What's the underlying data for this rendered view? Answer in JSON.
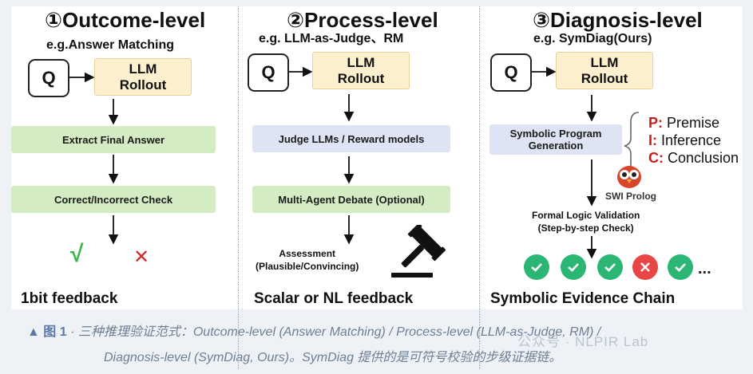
{
  "columns": {
    "outcome": {
      "title": "①Outcome-level",
      "subtitle": "e.g.Answer Matching",
      "q": "Q",
      "rollout": "LLM\nRollout",
      "step1": "Extract Final Answer",
      "step2": "Correct/Incorrect Check",
      "check_symbol": "√",
      "cross_symbol": "✕",
      "feedback": "1bit feedback"
    },
    "process": {
      "title": "②Process-level",
      "subtitle": "e.g. LLM-as-Judge、RM",
      "q": "Q",
      "rollout": "LLM\nRollout",
      "step1": "Judge LLMs / Reward models",
      "step2": "Multi-Agent Debate (Optional)",
      "assessment": "Assessment\n(Plausible/Convincing)",
      "gavel_icon": "gavel-icon",
      "feedback": "Scalar or NL feedback"
    },
    "diagnosis": {
      "title": "③Diagnosis-level",
      "subtitle": "e.g. SymDiag(Ours)",
      "q": "Q",
      "rollout": "LLM\nRollout",
      "step1": "Symbolic Program\nGeneration",
      "pci": [
        {
          "key": "P:",
          "text": " Premise"
        },
        {
          "key": "I:",
          "text": " Inference"
        },
        {
          "key": "C:",
          "text": " Conclusion"
        }
      ],
      "swi_label": "SWI Prolog",
      "validation": "Formal Logic Validation\n(Step-by-step Check)",
      "chain": [
        "ok",
        "ok",
        "ok",
        "bad",
        "ok"
      ],
      "ellipsis": "...",
      "feedback": "Symbolic Evidence Chain"
    }
  },
  "caption": {
    "label": "▲ 图 1",
    "line1": " · 三种推理验证范式：Outcome-level (Answer Matching) / Process-level (LLM-as-Judge, RM) /",
    "line2": "Diagnosis-level (SymDiag, Ours)。SymDiag 提供的是可符号校验的步级证据链。"
  },
  "watermark": "公众号 · NLPIR Lab",
  "colors": {
    "rollout_fill": "#fdf0cf",
    "green_step": "#d4ecc3",
    "blue_step": "#dfe4f4",
    "check_green": "#2bb673",
    "cross_red": "#e84545",
    "pci_key_red": "#c61f1f"
  }
}
